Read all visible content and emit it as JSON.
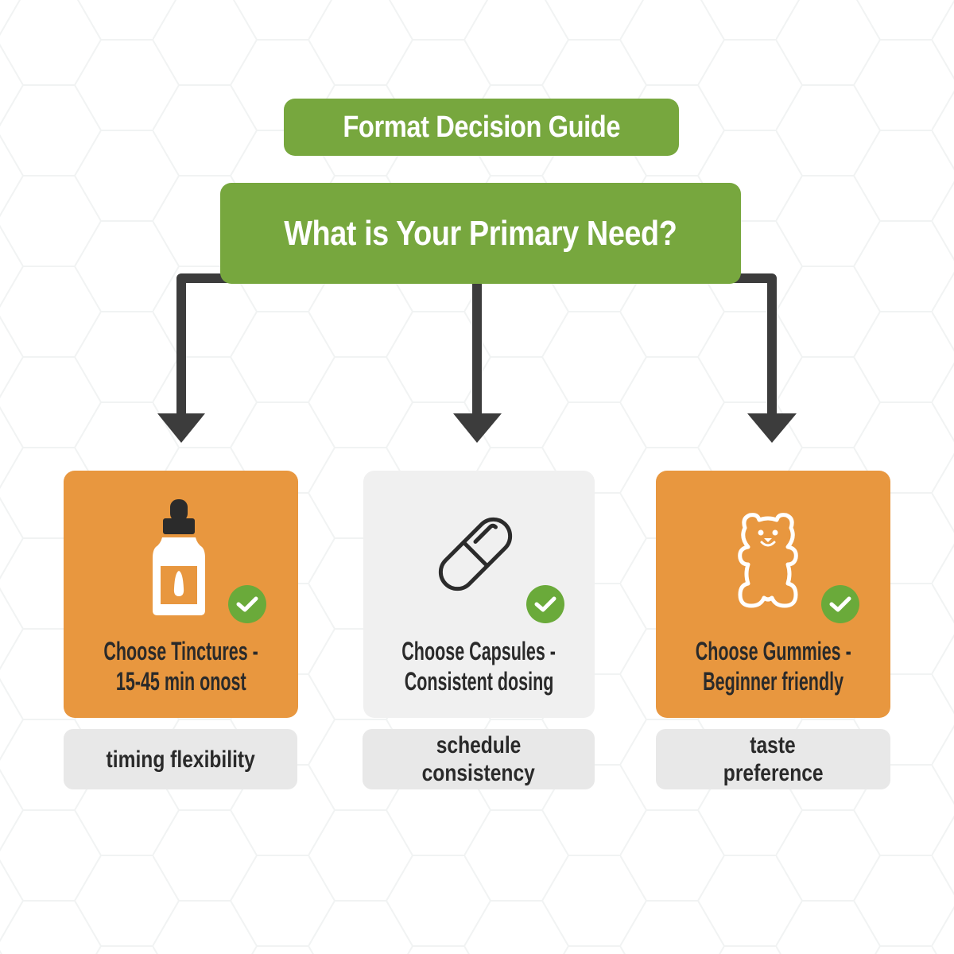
{
  "header": {
    "title": "Format Decision Guide",
    "question": "What is Your Primary Need?"
  },
  "colors": {
    "primary_green": "#77A73E",
    "check_green": "#6AAA3A",
    "orange": "#E8973F",
    "card_grey": "#F0F0F0",
    "label_grey": "#E8E8E8",
    "arrow": "#3C3C3C",
    "text_dark": "#2A2A2A"
  },
  "options": [
    {
      "icon": "dropper-bottle-icon",
      "title_line1": "Choose Tinctures -",
      "title_line2": "15-45 min onost",
      "label_line1": "timing flexibility",
      "label_line2": "",
      "style": "orange",
      "selected": true
    },
    {
      "icon": "capsule-icon",
      "title_line1": "Choose Capsules -",
      "title_line2": "Consistent dosing",
      "label_line1": "schedule",
      "label_line2": "consistency",
      "style": "grey",
      "selected": true
    },
    {
      "icon": "gummy-bear-icon",
      "title_line1": "Choose Gummies -",
      "title_line2": "Beginner friendly",
      "label_line1": "taste",
      "label_line2": "preference",
      "style": "orange",
      "selected": true
    }
  ]
}
